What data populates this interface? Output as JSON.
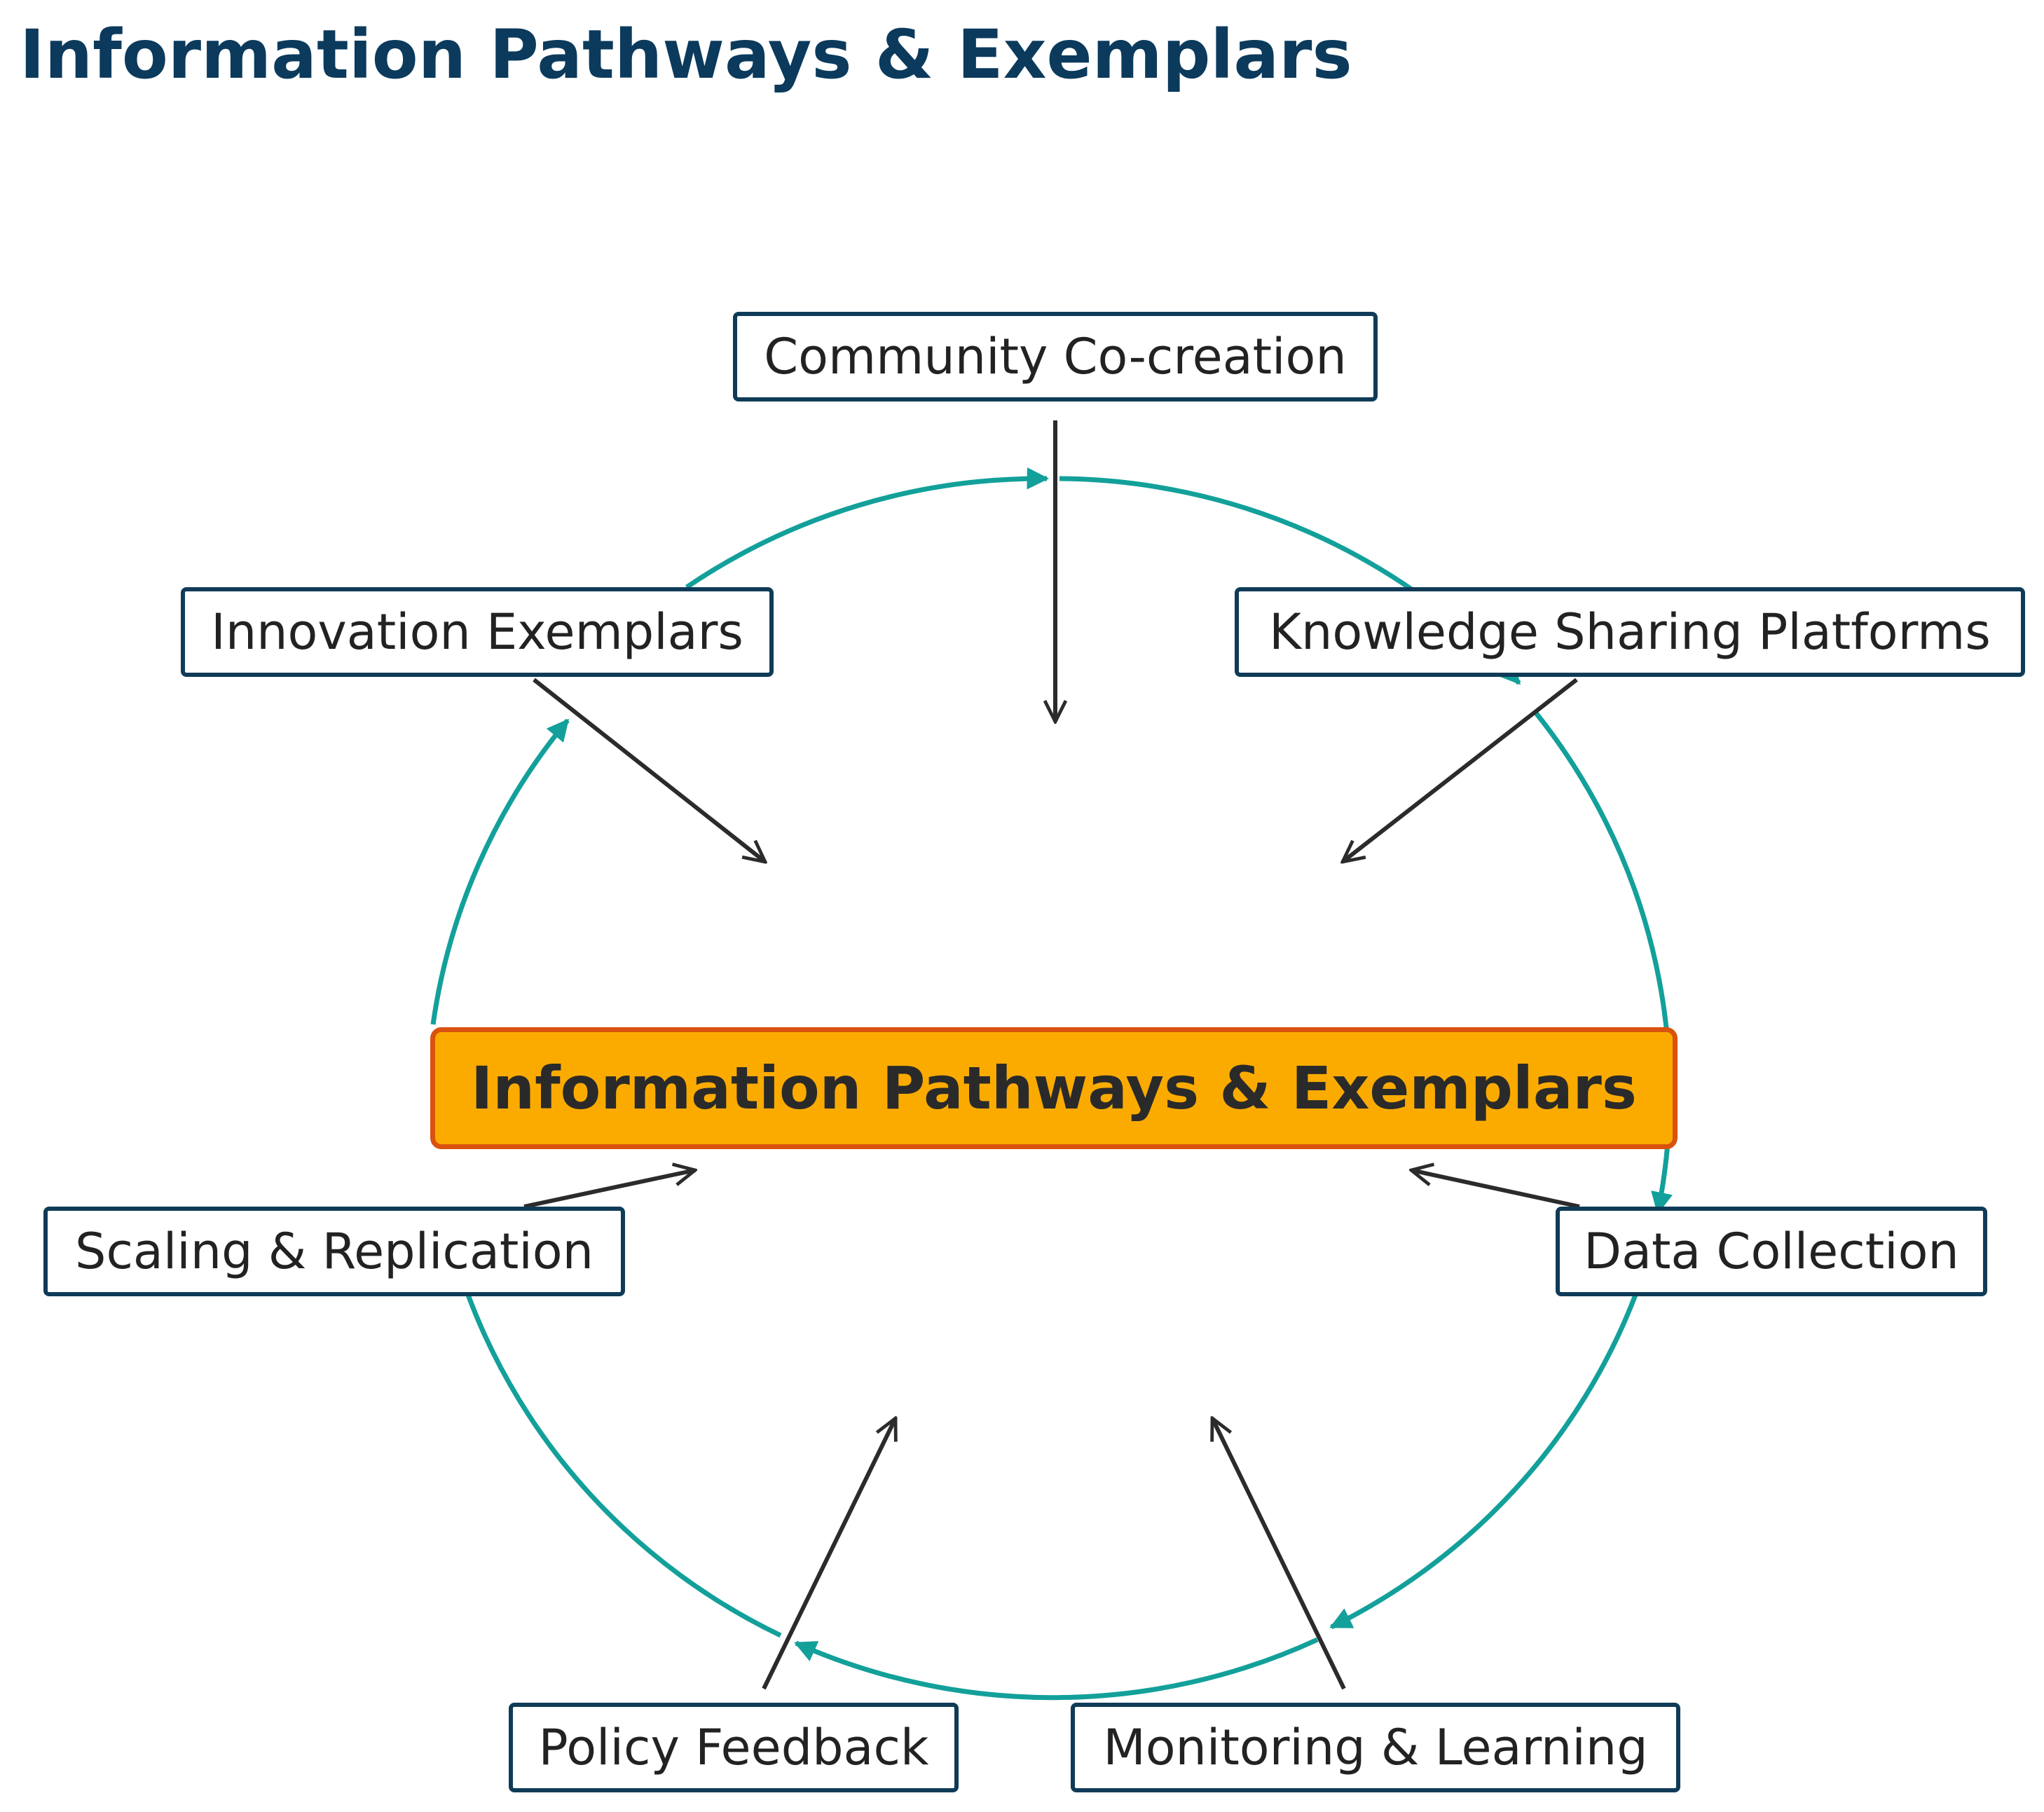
{
  "title": "Information Pathways & Exemplars",
  "center": {
    "label": "Information Pathways & Exemplars"
  },
  "nodes": {
    "community": "Community Co-creation",
    "knowledge": "Knowledge Sharing Platforms",
    "innovation": "Innovation Exemplars",
    "data": "Data Collection",
    "scaling": "Scaling & Replication",
    "policy": "Policy Feedback",
    "monitoring": "Monitoring & Learning"
  },
  "colors": {
    "title": "#0b3a5c",
    "cycle": "#13a09a",
    "arrow": "#2b2b2b",
    "node_border": "#0f3b57",
    "center_fill": "#fbab00",
    "center_border": "#d9520e"
  }
}
